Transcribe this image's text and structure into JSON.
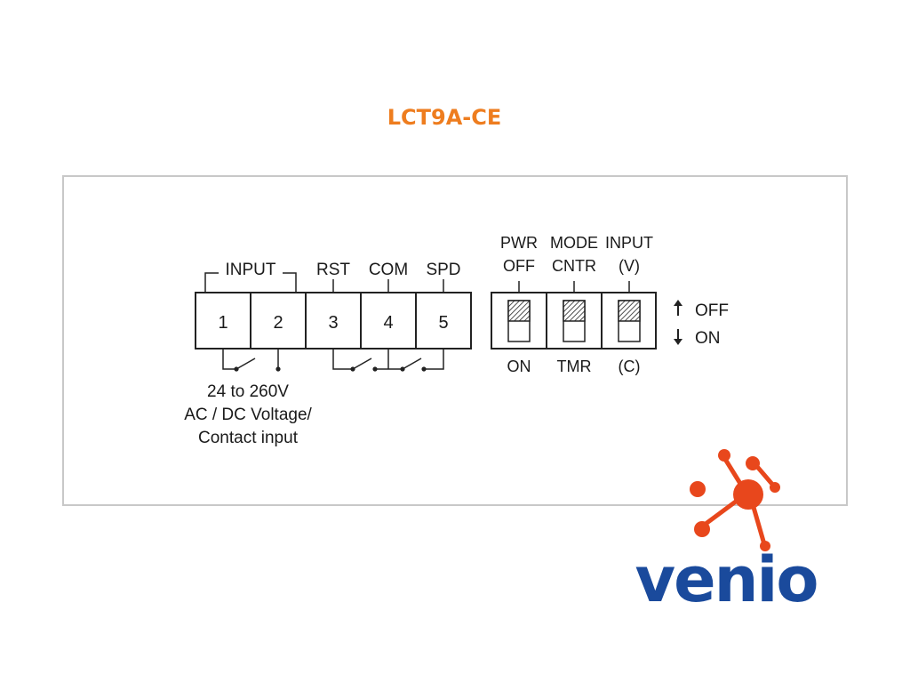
{
  "title": "LCT9A-CE",
  "colors": {
    "title": "#ee7d1f",
    "brand_blue": "#1a4a9c",
    "brand_orange": "#e8471c",
    "frame": "#c8c8c8"
  },
  "terminals": {
    "group_input": "INPUT",
    "labels": {
      "rst": "RST",
      "com": "COM",
      "spd": "SPD"
    },
    "numbers": [
      "1",
      "2",
      "3",
      "4",
      "5"
    ],
    "input_note": [
      "24 to 260V",
      "AC / DC Voltage/",
      "Contact input"
    ]
  },
  "dip": {
    "switches": [
      {
        "top1": "PWR",
        "top2": "OFF",
        "bottom": "ON"
      },
      {
        "top1": "MODE",
        "top2": "CNTR",
        "bottom": "TMR"
      },
      {
        "top1": "INPUT",
        "top2": "(V)",
        "bottom": "(C)"
      }
    ],
    "legend_off": "OFF",
    "legend_on": "ON"
  },
  "logo": {
    "text": "venio"
  }
}
